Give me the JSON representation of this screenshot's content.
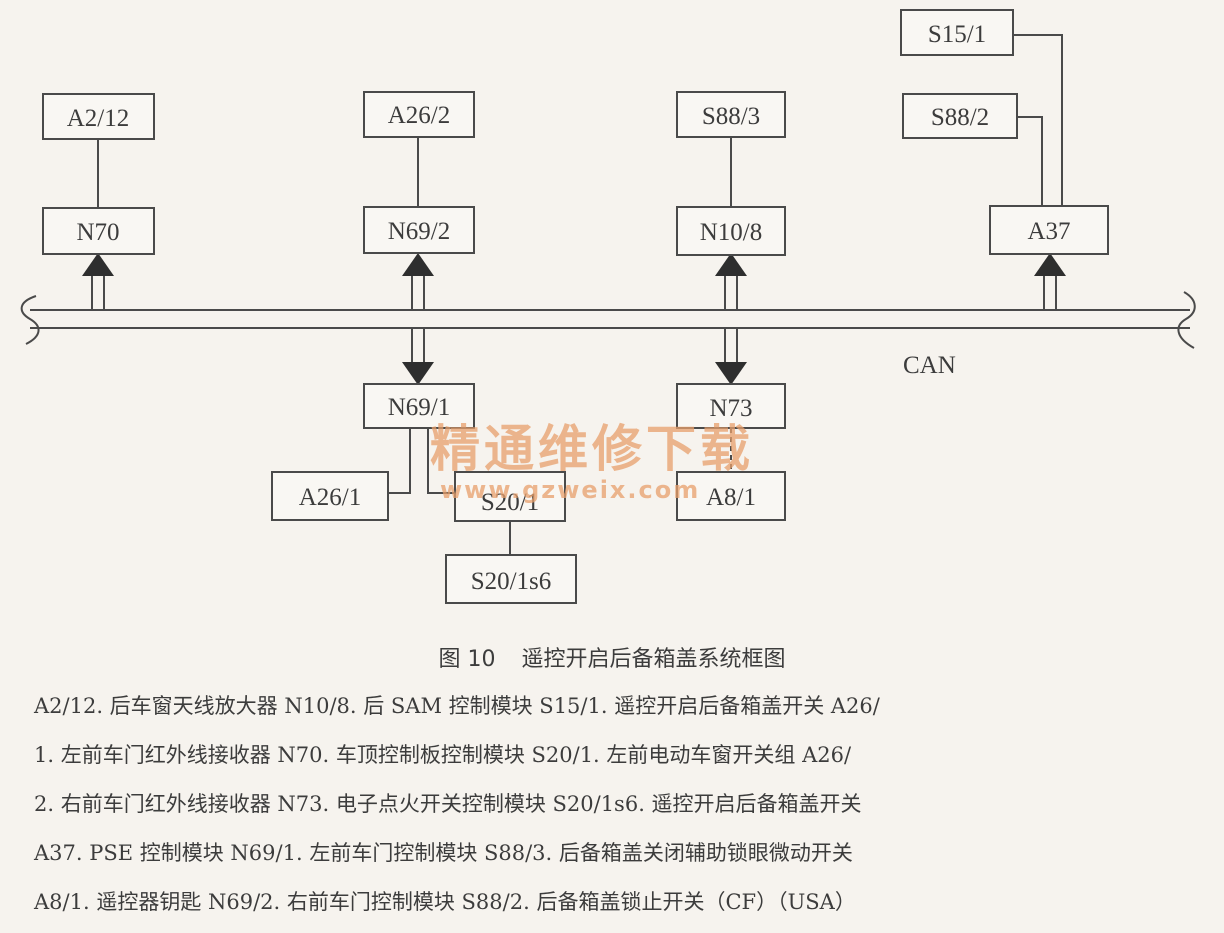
{
  "diagram": {
    "bus_label": "CAN",
    "top_modules": [
      {
        "id": "N70",
        "label": "N70",
        "device": "A2/12",
        "arrow": "up"
      },
      {
        "id": "N69_2",
        "label": "N69/2",
        "device": "A26/2",
        "arrow": "up"
      },
      {
        "id": "N10_8",
        "label": "N10/8",
        "device": "S88/3",
        "arrow": "up"
      },
      {
        "id": "A37",
        "label": "A37",
        "devices": [
          "S15/1",
          "S88/2"
        ],
        "arrow": "up"
      }
    ],
    "bottom_modules": [
      {
        "id": "N69_1",
        "label": "N69/1",
        "devices": [
          "A26/1",
          "S20/1"
        ],
        "sub_device": "S20/1s6",
        "arrow": "down"
      },
      {
        "id": "N73",
        "label": "N73",
        "devices": [
          "A8/1"
        ],
        "arrow": "down"
      }
    ],
    "boxes": {
      "a2_12": "A2/12",
      "a26_2": "A26/2",
      "s88_3": "S88/3",
      "s15_1": "S15/1",
      "s88_2": "S88/2",
      "n70": "N70",
      "n69_2": "N69/2",
      "n10_8": "N10/8",
      "a37": "A37",
      "n69_1": "N69/1",
      "n73": "N73",
      "a26_1": "A26/1",
      "s20_1": "S20/1",
      "s20_1s6": "S20/1s6",
      "a8_1": "A8/1"
    }
  },
  "watermark": {
    "text": "精通维修下载",
    "url": "www.gzweix.com"
  },
  "caption": {
    "number": "图 10",
    "title": "遥控开启后备箱盖系统框图"
  },
  "legend_lines": [
    "A2/12. 后车窗天线放大器   N10/8. 后 SAM 控制模块   S15/1. 遥控开启后备箱盖开关   A26/",
    "1. 左前车门红外线接收器   N70. 车顶控制板控制模块   S20/1. 左前电动车窗开关组   A26/",
    "2. 右前车门红外线接收器   N73. 电子点火开关控制模块   S20/1s6. 遥控开启后备箱盖开关",
    "A37. PSE 控制模块   N69/1. 左前车门控制模块   S88/3. 后备箱盖关闭辅助锁眼微动开关",
    "A8/1. 遥控器钥匙   N69/2. 右前车门控制模块   S88/2. 后备箱盖锁止开关（CF）（USA）"
  ]
}
